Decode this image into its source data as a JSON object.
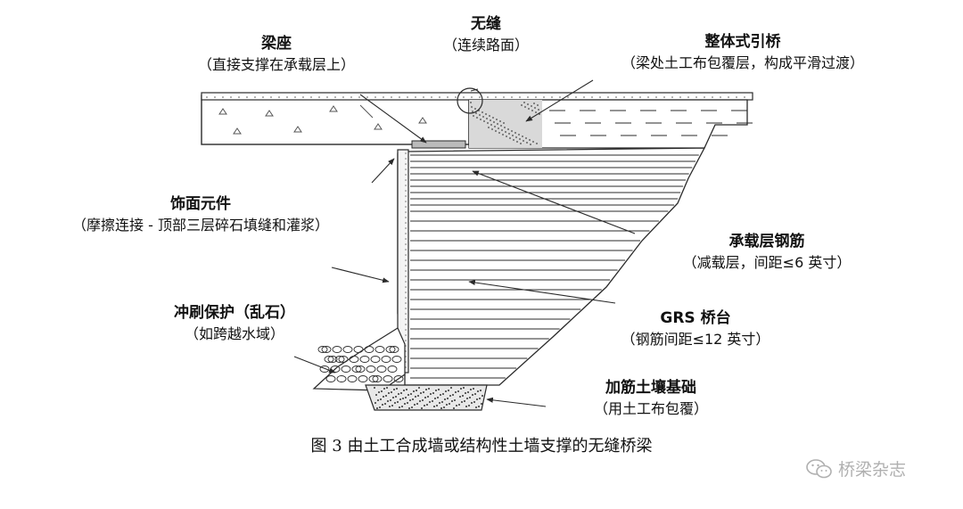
{
  "labels": {
    "beam_seat": {
      "title": "梁座",
      "subtitle": "（直接支撑在承载层上）"
    },
    "jointless": {
      "title": "无缝",
      "subtitle": "（连续路面）"
    },
    "integral_approach": {
      "title": "整体式引桥",
      "subtitle": "（梁处土工布包覆层，构成平滑过渡）"
    },
    "facing_element": {
      "title": "饰面元件",
      "subtitle": "（摩擦连接 - 顶部三层碎石填缝和灌浆）"
    },
    "bearing_reinforcement": {
      "title": "承载层钢筋",
      "subtitle": "（减载层，间距≤6 英寸）"
    },
    "scour_protection": {
      "title": "冲刷保护（乱石）",
      "subtitle": "（如跨越水域）"
    },
    "grs_abutment": {
      "title": "GRS 桥台",
      "subtitle": "（钢筋间距≤12 英寸）"
    },
    "reinforced_foundation": {
      "title": "加筋土壤基础",
      "subtitle": "（用土工布包覆）"
    }
  },
  "caption": "图 3  由土工合成墙或结构性土墙支撑的无缝桥梁",
  "watermark": {
    "icon": "wechat-icon",
    "text": "桥梁杂志"
  },
  "colors": {
    "line": "#2a2a2a",
    "fill": "#ffffff",
    "watermark": "#b0b0b0"
  }
}
